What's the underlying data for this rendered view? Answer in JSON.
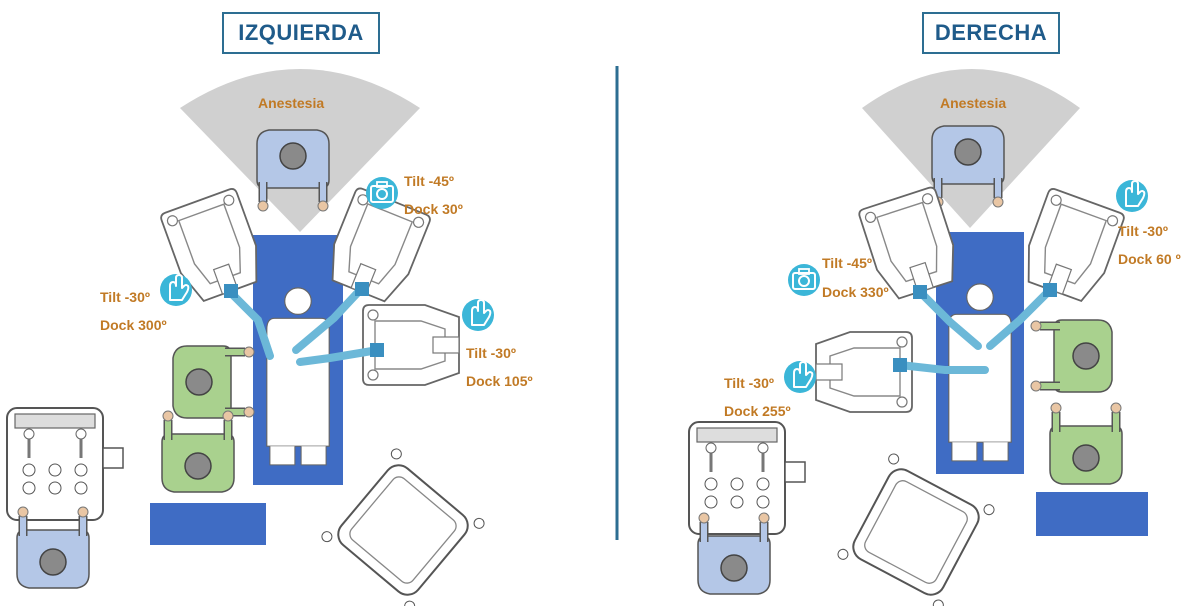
{
  "left": {
    "title": "IZQUIERDA",
    "anesthesia_label": "Anestesia",
    "camera_arm": {
      "tilt": "Tilt -45º",
      "dock": "Dock 30º",
      "icon": "camera-icon"
    },
    "left_arm": {
      "tilt": "Tilt -30º",
      "dock": "Dock 300º",
      "icon": "hand-icon"
    },
    "right_arm": {
      "tilt": "Tilt -30º",
      "dock": "Dock 105º",
      "icon": "hand-icon"
    }
  },
  "right": {
    "title": "DERECHA",
    "anesthesia_label": "Anestesia",
    "camera_arm": {
      "tilt": "Tilt -45º",
      "dock": "Dock 330º",
      "icon": "camera-icon"
    },
    "right_arm": {
      "tilt": "Tilt -30º",
      "dock": "Dock 60 º",
      "icon": "hand-icon"
    },
    "left_arm": {
      "tilt": "Tilt -30º",
      "dock": "Dock 255º",
      "icon": "hand-icon"
    }
  },
  "colors": {
    "table": "#3f6cc4",
    "accent": "#2d6e92",
    "label": "#c17a25",
    "icon_circle": "#3bb6d8",
    "arm": "#6cb8d8",
    "gown_green": "#a9d18e",
    "gown_blue": "#b4c7e7",
    "anesthesia_zone": "#d0d0d0"
  }
}
